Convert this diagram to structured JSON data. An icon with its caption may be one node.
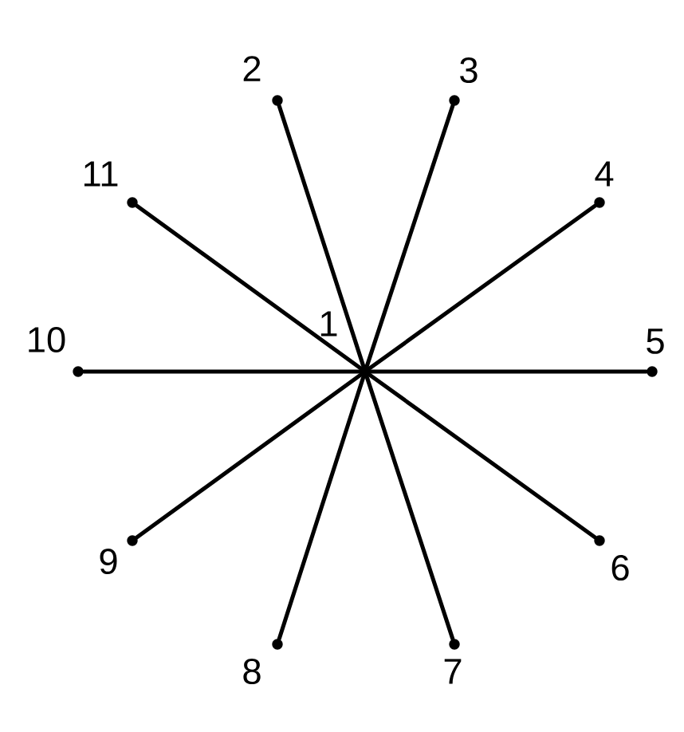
{
  "diagram": {
    "nodes": [
      {
        "text": [
          "1"
        ]
      },
      {
        "text": [
          "2"
        ]
      },
      {
        "text": [
          "3"
        ]
      },
      {
        "text": [
          "4"
        ]
      },
      {
        "text": [
          "5"
        ]
      },
      {
        "text": [
          "6"
        ]
      },
      {
        "text": [
          "7"
        ]
      },
      {
        "text": [
          "8"
        ]
      },
      {
        "text": [
          "9"
        ]
      },
      {
        "text": [
          "10"
        ]
      },
      {
        "text": [
          "11"
        ]
      }
    ],
    "edges": [
      {
        "from": 0,
        "to": 1,
        "arrow": "none"
      },
      {
        "from": 0,
        "to": 2,
        "arrow": "none"
      },
      {
        "from": 0,
        "to": 3,
        "arrow": "none"
      },
      {
        "from": 0,
        "to": 4,
        "arrow": "none"
      },
      {
        "from": 0,
        "to": 5,
        "arrow": "none"
      },
      {
        "from": 0,
        "to": 6,
        "arrow": "none"
      },
      {
        "from": 0,
        "to": 7,
        "arrow": "none"
      },
      {
        "from": 0,
        "to": 8,
        "arrow": "none"
      },
      {
        "from": 0,
        "to": 9,
        "arrow": "none"
      },
      {
        "from": 0,
        "to": 10,
        "arrow": "none"
      }
    ]
  }
}
